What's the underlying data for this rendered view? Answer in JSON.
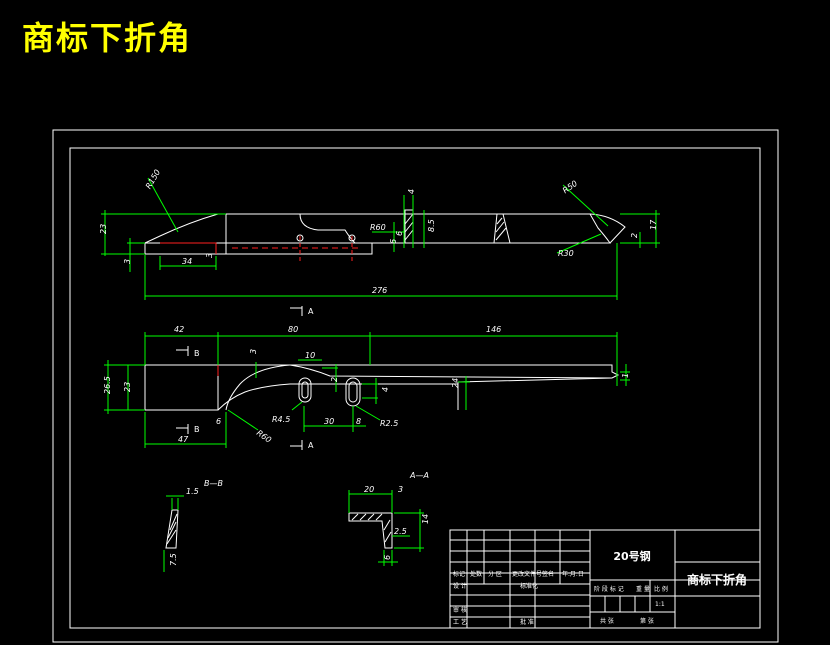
{
  "page": {
    "title": "商标下折角"
  },
  "side_view": {
    "dims": [
      "R150",
      "R60",
      "R50",
      "R30",
      "23",
      "3",
      "34",
      "3",
      "4",
      "6",
      "8.5",
      "6",
      "2",
      "17",
      "276"
    ]
  },
  "top_view": {
    "dims": [
      "42",
      "80",
      "146",
      "26.5",
      "23",
      "3",
      "10",
      "2",
      "24",
      "4",
      "6",
      "47",
      "R4.5",
      "30",
      "8",
      "R2.5",
      "R60",
      "1"
    ],
    "section_marks": [
      "A",
      "A",
      "B",
      "B"
    ]
  },
  "section_bb": {
    "title": "B—B",
    "dims": [
      "1.5",
      "7.5"
    ]
  },
  "section_aa": {
    "title": "A—A",
    "dims": [
      "20",
      "3",
      "14",
      "2.5",
      "6"
    ]
  },
  "title_block": {
    "material": "20号钢",
    "part_name": "商标下折角",
    "row_labels": [
      "标记",
      "处数",
      "分 区",
      "更改文件号",
      "签名",
      "年.月.日"
    ],
    "design_label": "设 计",
    "std_label": "标准化",
    "review_label": "审 核",
    "craft_label": "工 艺",
    "approve_label": "批 准",
    "stage_labels": [
      "阶 段 标 记",
      "重 量",
      "比 例"
    ],
    "scale": "1:1",
    "sheet_labels": [
      "共 张",
      "第 张"
    ]
  }
}
